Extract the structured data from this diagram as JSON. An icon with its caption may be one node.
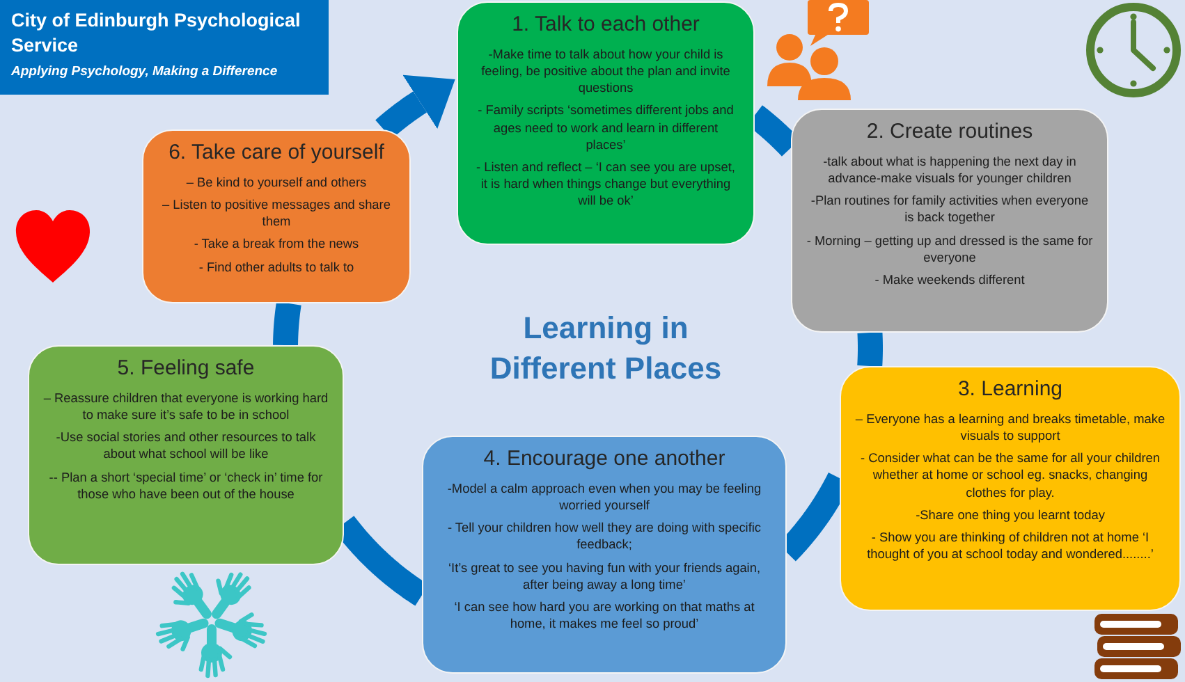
{
  "diagram": {
    "title": "Learning in Different Places",
    "nodes": [
      {
        "text": [
          "City of Edinburgh Psychological Service",
          "Applying Psychology, Making a Difference"
        ]
      },
      {
        "text": [
          "1. Talk to each other",
          "-Make time to talk about how your child is feeling, be positive about the plan and invite questions",
          "- Family scripts ‘sometimes different jobs and ages need to work and learn in different places’",
          "- Listen and reflect – ‘I can see you are upset, it is hard when things change but everything will be ok’"
        ]
      },
      {
        "text": [
          "2. Create routines",
          "-talk about what is happening the next day in advance-make visuals for younger children",
          "-Plan routines for family activities when everyone is back together",
          "- Morning – getting up and dressed is the same for everyone",
          "- Make weekends different"
        ]
      },
      {
        "text": [
          "3. Learning",
          "– Everyone has a learning and breaks timetable, make visuals to support",
          "- Consider what can be the same for all your children whether at home or school eg. snacks, changing clothes for play.",
          "-Share one thing you learnt today",
          "- Show you are thinking of children not at home ‘I thought of you at school today and wondered........’"
        ]
      },
      {
        "text": [
          "4. Encourage one another",
          "-Model a calm approach even when you may be feeling worried yourself",
          "- Tell your children how well they are doing with specific feedback;",
          "‘It’s great to see you having fun with your friends again, after being away a long time’",
          "‘I can see how hard you are working on that maths at home, it makes me feel so proud’"
        ]
      },
      {
        "text": [
          "5. Feeling safe",
          "– Reassure children that everyone is working hard to make sure it’s safe to be in school",
          "-Use social stories and other resources to talk about what school will be like",
          "-- Plan a short ‘special time’ or ‘check in’ time for those who have been out of the house"
        ]
      },
      {
        "text": [
          "6. Take care of yourself",
          "– Be kind to yourself and others",
          "– Listen to positive messages and share them",
          "- Take a break from the news",
          "- Find other adults to talk to"
        ]
      }
    ],
    "edges": [
      {
        "from": 1,
        "to": 2,
        "arrow": "none"
      },
      {
        "from": 2,
        "to": 3,
        "arrow": "none"
      },
      {
        "from": 3,
        "to": 4,
        "arrow": "none"
      },
      {
        "from": 4,
        "to": 5,
        "arrow": "none"
      },
      {
        "from": 5,
        "to": 6,
        "arrow": "none"
      },
      {
        "from": 6,
        "to": 1,
        "arrow": "to"
      }
    ]
  }
}
